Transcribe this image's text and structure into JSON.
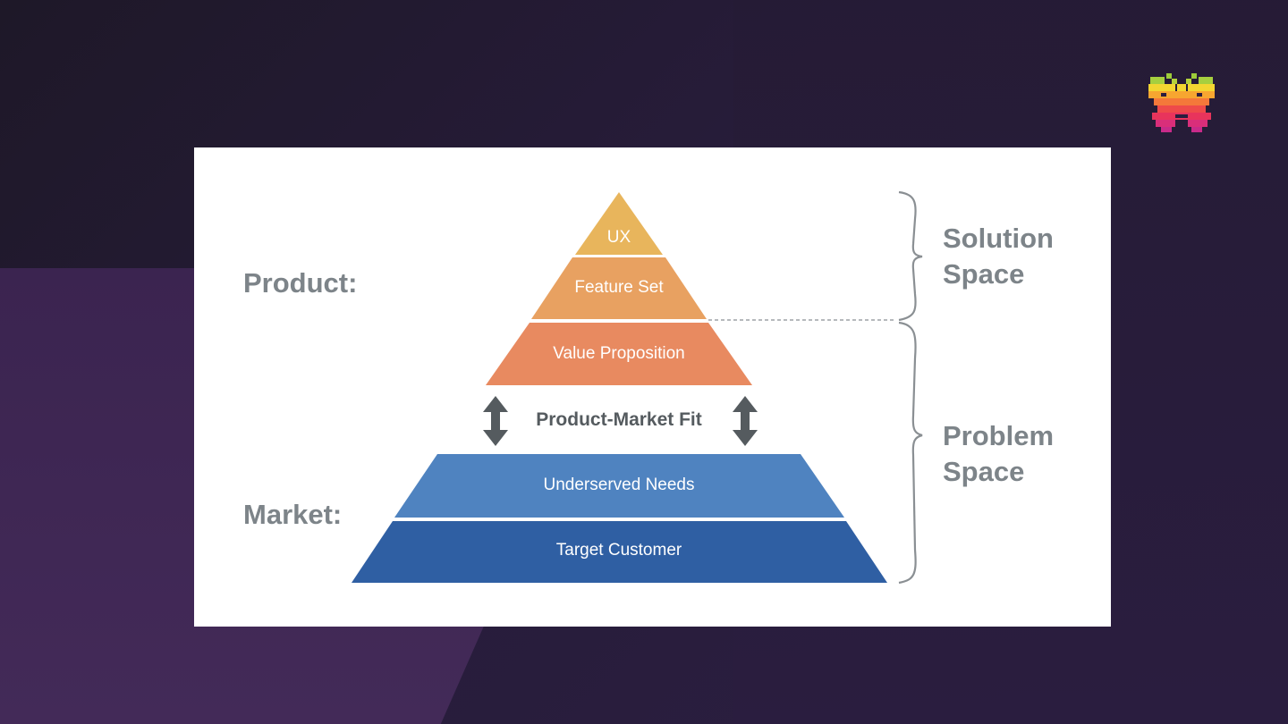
{
  "diagram": {
    "side_labels": {
      "product": "Product:",
      "market": "Market:"
    },
    "product_layers": [
      {
        "label": "UX",
        "color": "#e8b55c"
      },
      {
        "label": "Feature Set",
        "color": "#e8a161"
      },
      {
        "label": "Value Proposition",
        "color": "#e88a60"
      }
    ],
    "fit_label": "Product-Market Fit",
    "market_layers": [
      {
        "label": "Underserved Needs",
        "color": "#4f83c0"
      },
      {
        "label": "Target Customer",
        "color": "#2f5fa3"
      }
    ],
    "spaces": {
      "solution_line1": "Solution",
      "solution_line2": "Space",
      "problem_line1": "Problem",
      "problem_line2": "Space"
    },
    "colors": {
      "label_gray": "#7d8489",
      "arrow_gray": "#555b5f",
      "brace_gray": "#8a8f93"
    }
  },
  "branding": {
    "logo_icon": "butterfly-logo-icon"
  }
}
